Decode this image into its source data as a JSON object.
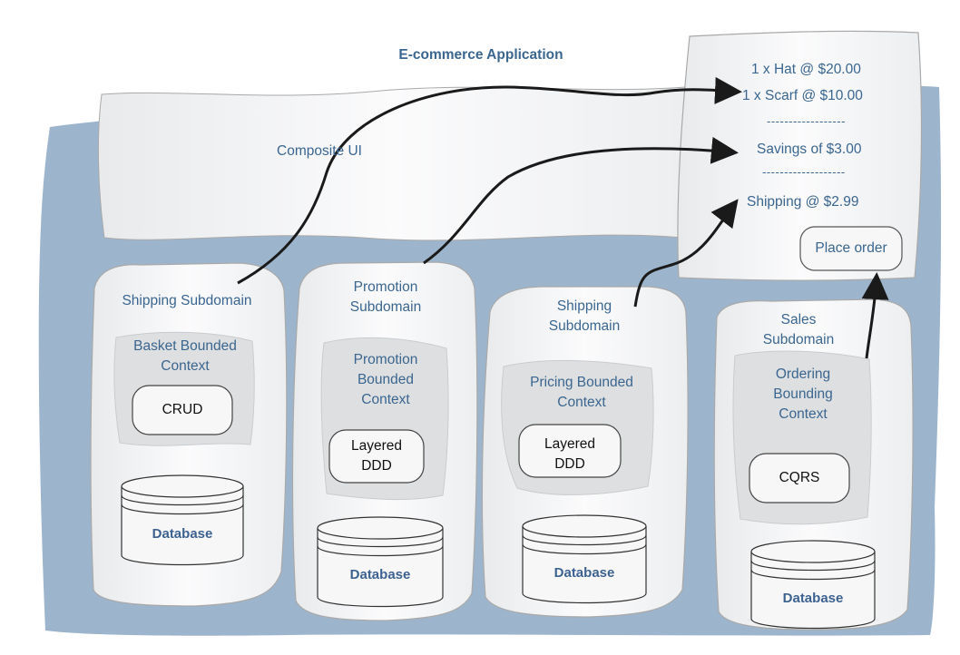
{
  "app": {
    "title": "E-commerce Application"
  },
  "composite_ui": {
    "label": "Composite UI"
  },
  "receipt": {
    "line_hat": "1 x Hat @ $20.00",
    "line_scarf": "1 x Scarf @ $10.00",
    "separator_1": "------------------",
    "savings": "Savings of $3.00",
    "separator_2": "-------------------",
    "shipping": "Shipping @ $2.99",
    "place_order_label": "Place order"
  },
  "subdomains": [
    {
      "label": "Shipping Subdomain",
      "context": "Basket Bounded Context",
      "architecture": "CRUD",
      "database": "Database"
    },
    {
      "label": "Promotion Subdomain",
      "context": "Promotion Bounded Context",
      "architecture": "Layered DDD",
      "database": "Database"
    },
    {
      "label": "Shipping Subdomain",
      "context": "Pricing Bounded Context",
      "architecture": "Layered DDD",
      "database": "Database"
    },
    {
      "label": "Sales Subdomain",
      "context": "Ordering Bounding Context",
      "architecture": "CQRS",
      "database": "Database"
    }
  ],
  "colors": {
    "background_region": "#9db5cc",
    "panel_fill": "#f5f6f7",
    "context_fill": "#dedfe0",
    "text_blue": "#3a6690",
    "arrow": "#1a1a1a"
  }
}
